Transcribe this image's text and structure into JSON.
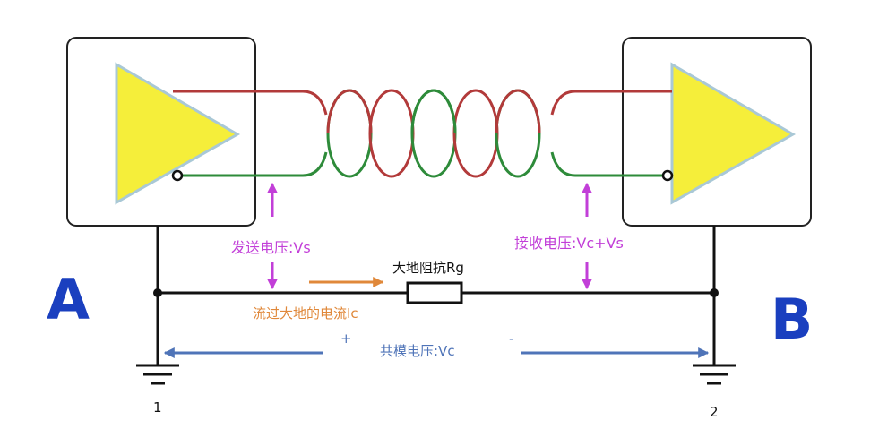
{
  "nodes": {
    "left": "A",
    "right": "B"
  },
  "labels": {
    "send_voltage": "发送电压:Vs",
    "receive_voltage": "接收电压:Vc+Vs",
    "ground_impedance": "大地阻抗Rg",
    "ground_current": "流过大地的电流Ic",
    "common_mode_voltage": "共模电压:Vc",
    "plus_sign": "+",
    "minus_sign": "-",
    "ground_left_number": "1",
    "ground_right_number": "2"
  },
  "colors": {
    "triangle_fill": "#f5ee3a",
    "triangle_stroke": "#a9c8d6",
    "wire_red": "#b23a3a",
    "wire_green": "#2e8b3a",
    "purple": "#c23fd8",
    "orange": "#e0883a",
    "blue": "#4f74b8",
    "node_blue": "#1a3fbf"
  }
}
